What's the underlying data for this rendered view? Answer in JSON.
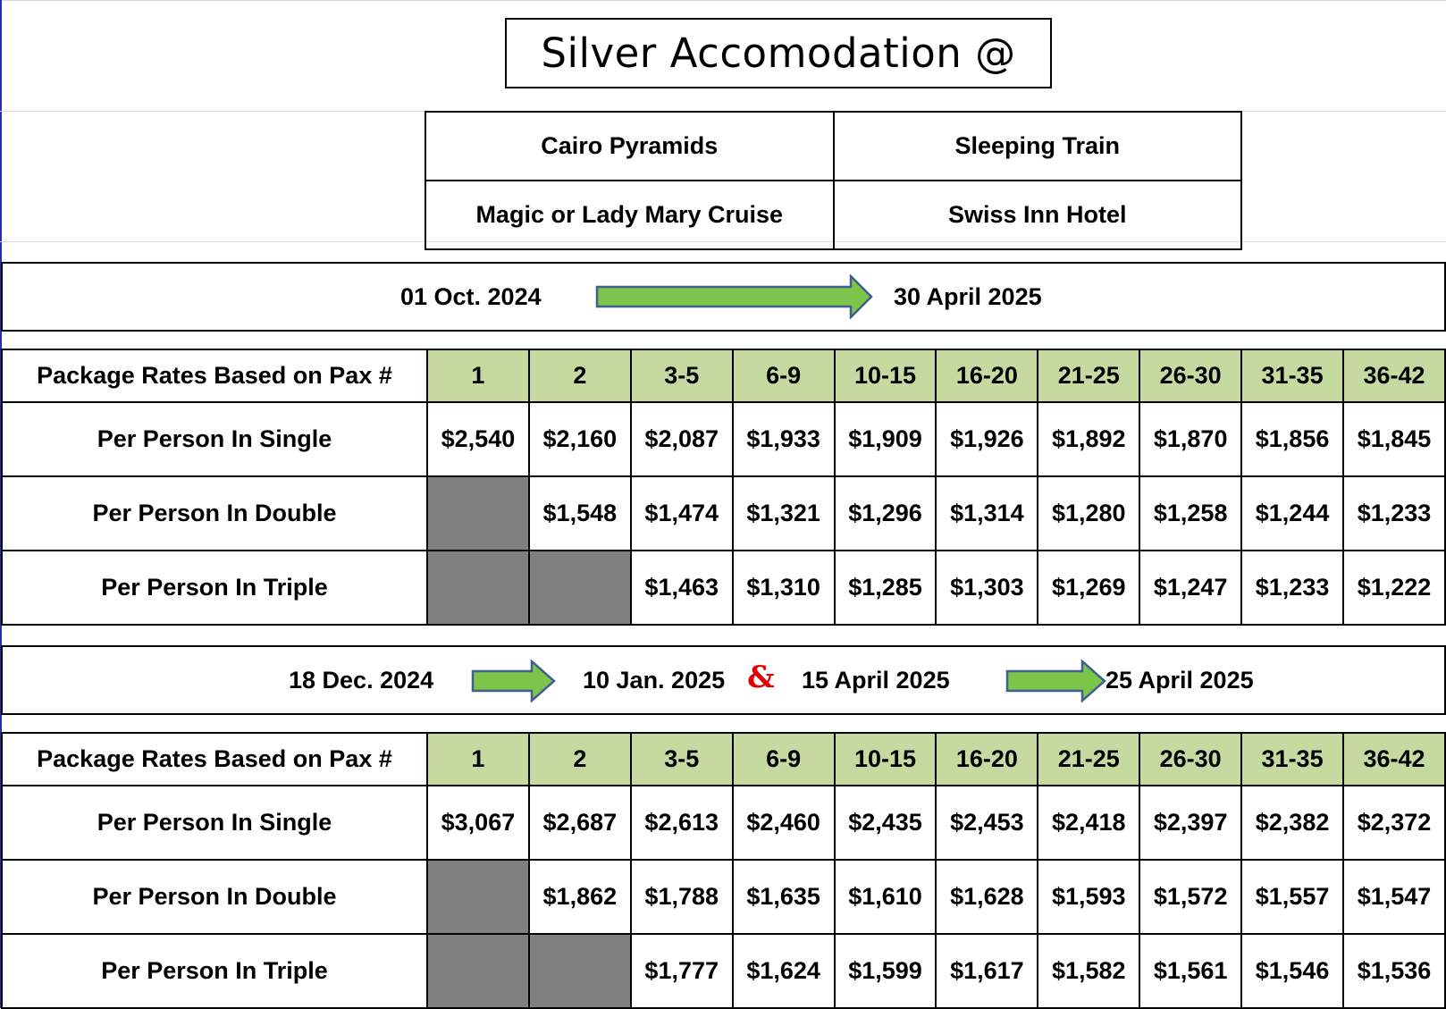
{
  "title": "Silver Accomodation @",
  "hotels": {
    "row1": [
      "Cairo Pyramids",
      "Sleeping Train"
    ],
    "row2": [
      "Magic or Lady Mary Cruise",
      "Swiss Inn Hotel"
    ]
  },
  "period1": {
    "from": "01 Oct.  2024",
    "to": "30 April 2025"
  },
  "period2": {
    "from1": "18 Dec.  2024",
    "to1": "10 Jan. 2025",
    "amp": "&",
    "from2": "15 April  2025",
    "to2": "25  April 2025"
  },
  "colors": {
    "header_fill": "#c5d9a0",
    "na_fill": "#808080",
    "arrow_fill": "#7dc44a",
    "arrow_stroke": "#3f5f8f",
    "amp_color": "#e00000"
  },
  "table1": {
    "header_label": "Package Rates Based on Pax #",
    "pax": [
      "1",
      "2",
      "3-5",
      "6-9",
      "10-15",
      "16-20",
      "21-25",
      "26-30",
      "31-35",
      "36-42"
    ],
    "rows": [
      {
        "label": "Per Person In Single",
        "values": [
          "$2,540",
          "$2,160",
          "$2,087",
          "$1,933",
          "$1,909",
          "$1,926",
          "$1,892",
          "$1,870",
          "$1,856",
          "$1,845"
        ]
      },
      {
        "label": "Per Person In Double",
        "values": [
          "",
          "$1,548",
          "$1,474",
          "$1,321",
          "$1,296",
          "$1,314",
          "$1,280",
          "$1,258",
          "$1,244",
          "$1,233"
        ]
      },
      {
        "label": "Per Person In Triple",
        "values": [
          "",
          "",
          "$1,463",
          "$1,310",
          "$1,285",
          "$1,303",
          "$1,269",
          "$1,247",
          "$1,233",
          "$1,222"
        ]
      }
    ]
  },
  "table2": {
    "header_label": "Package Rates Based on Pax #",
    "pax": [
      "1",
      "2",
      "3-5",
      "6-9",
      "10-15",
      "16-20",
      "21-25",
      "26-30",
      "31-35",
      "36-42"
    ],
    "rows": [
      {
        "label": "Per Person In Single",
        "values": [
          "$3,067",
          "$2,687",
          "$2,613",
          "$2,460",
          "$2,435",
          "$2,453",
          "$2,418",
          "$2,397",
          "$2,382",
          "$2,372"
        ]
      },
      {
        "label": "Per Person In Double",
        "values": [
          "",
          "$1,862",
          "$1,788",
          "$1,635",
          "$1,610",
          "$1,628",
          "$1,593",
          "$1,572",
          "$1,557",
          "$1,547"
        ]
      },
      {
        "label": "Per Person In Triple",
        "values": [
          "",
          "",
          "$1,777",
          "$1,624",
          "$1,599",
          "$1,617",
          "$1,582",
          "$1,561",
          "$1,546",
          "$1,536"
        ]
      }
    ]
  }
}
